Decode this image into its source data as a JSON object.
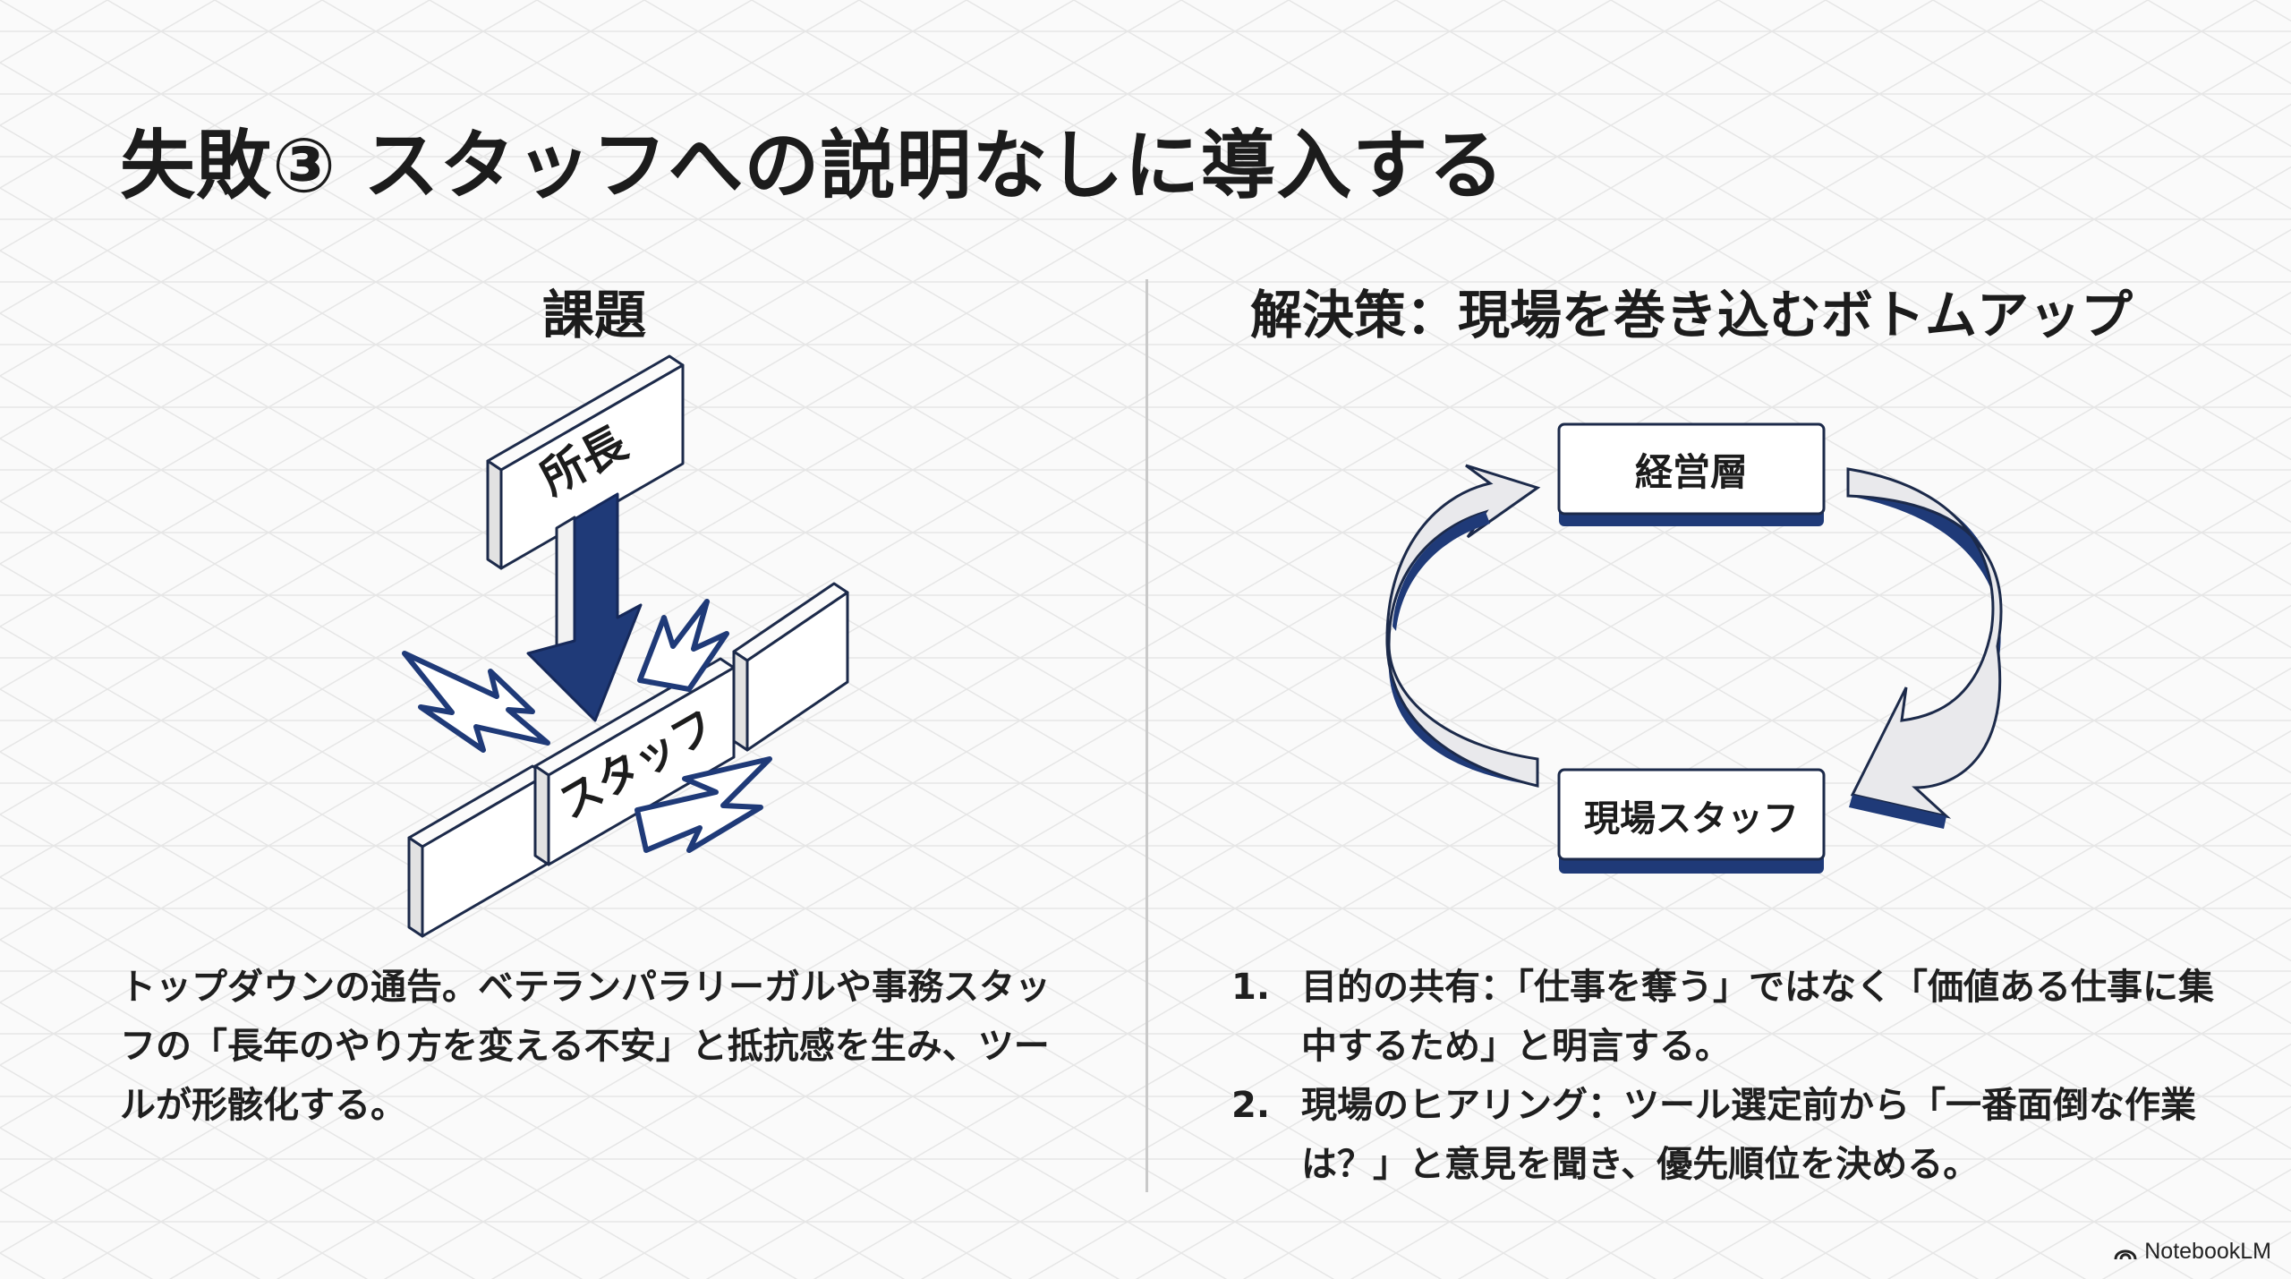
{
  "title": "失敗③ スタッフへの説明なしに導入する",
  "left": {
    "heading": "課題",
    "boss_label": "所長",
    "staff_label": "スタッフ",
    "description": "トップダウンの通告。ベテランパラリーガルや事務スタッフの「長年のやり方を変える不安」と抵抗感を生み、ツールが形骸化する。"
  },
  "right": {
    "heading": "解決策：現場を巻き込むボトムアップ",
    "cycle": {
      "top_label": "経営層",
      "bottom_label": "現場スタッフ"
    },
    "steps": [
      {
        "number": "1.",
        "text": "目的の共有：「仕事を奪う」ではなく「価値ある仕事に集中するため」と明言する。"
      },
      {
        "number": "2.",
        "text": "現場のヒアリング：ツール選定前から「一番面倒な作業は？」と意見を聞き、優先順位を決める。"
      }
    ]
  },
  "footer": {
    "brand": "NotebookLM",
    "brand_icon": "notebooklm-logo-icon"
  },
  "colors": {
    "navy": "#1f3a78",
    "box_face": "#ffffff",
    "box_side": "#e4e4e4",
    "arrow_face": "#e9e9ec",
    "text": "#1c1c1c"
  }
}
